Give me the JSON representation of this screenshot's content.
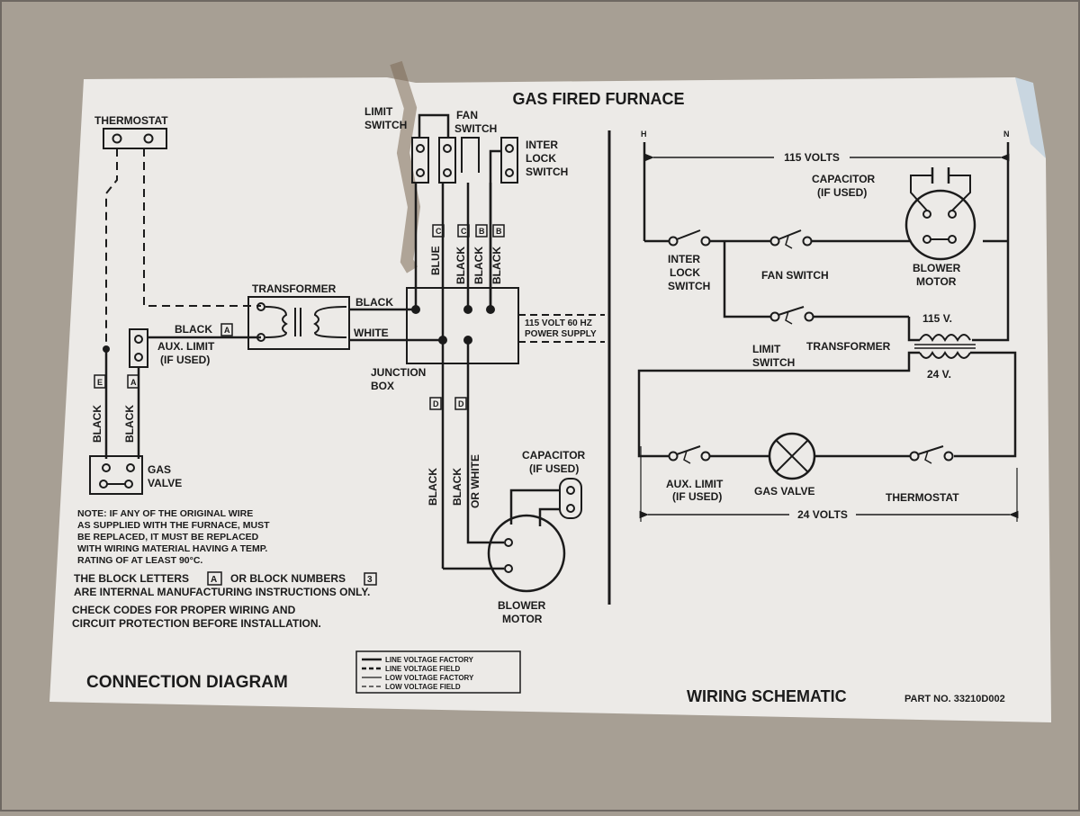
{
  "title": "GAS FIRED FURNACE",
  "connection": {
    "thermostat": "THERMOSTAT",
    "limit_l1": "LIMIT",
    "limit_l2": "SWITCH",
    "fan_l1": "FAN",
    "fan_l2": "SWITCH",
    "interlock_l1": "INTER",
    "interlock_l2": "LOCK",
    "interlock_l3": "SWITCH",
    "transformer": "TRANSFORMER",
    "black": "BLACK",
    "white": "WHITE",
    "blue": "BLUE",
    "or_white": "OR WHITE",
    "block_a": "A",
    "block_b": "B",
    "block_c": "C",
    "block_d": "D",
    "block_e": "E",
    "aux_l1": "AUX. LIMIT",
    "aux_l2": "(IF USED)",
    "junction_l1": "JUNCTION",
    "junction_l2": "BOX",
    "power_l1": "115 VOLT 60 HZ",
    "power_l2": "POWER SUPPLY",
    "gas_l1": "GAS",
    "gas_l2": "VALVE",
    "cap_l1": "CAPACITOR",
    "cap_l2": "(IF USED)",
    "blower_l1": "BLOWER",
    "blower_l2": "MOTOR"
  },
  "notes": {
    "n1": "NOTE: IF ANY OF THE ORIGINAL WIRE",
    "n2": "AS SUPPLIED WITH THE FURNACE, MUST",
    "n3": "BE REPLACED, IT MUST BE REPLACED",
    "n4": "WITH WIRING MATERIAL HAVING A TEMP.",
    "n5": "RATING OF AT LEAST 90°C.",
    "b1": "THE BLOCK LETTERS",
    "b1_box": "A",
    "b1_mid": "OR BLOCK NUMBERS",
    "b1_num": "3",
    "b2": "ARE INTERNAL MANUFACTURING INSTRUCTIONS ONLY.",
    "c1": "CHECK CODES FOR PROPER WIRING AND",
    "c2": "CIRCUIT PROTECTION BEFORE INSTALLATION."
  },
  "legend": [
    "LINE VOLTAGE FACTORY",
    "LINE VOLTAGE FIELD",
    "LOW VOLTAGE FACTORY",
    "LOW VOLTAGE FIELD"
  ],
  "footer": {
    "connection_diagram": "CONNECTION DIAGRAM",
    "wiring_schematic": "WIRING SCHEMATIC",
    "part_no": "PART NO. 33210D002"
  },
  "schematic": {
    "h": "H",
    "n": "N",
    "volts115": "115 VOLTS",
    "cap_l1": "CAPACITOR",
    "cap_l2": "(IF USED)",
    "interlock_l1": "INTER",
    "interlock_l2": "LOCK",
    "interlock_l3": "SWITCH",
    "fan_switch": "FAN SWITCH",
    "blower_l1": "BLOWER",
    "blower_l2": "MOTOR",
    "v115": "115 V.",
    "limit_l1": "LIMIT",
    "limit_l2": "SWITCH",
    "transformer": "TRANSFORMER",
    "v24": "24 V.",
    "aux_l1": "AUX. LIMIT",
    "aux_l2": "(IF USED)",
    "gas_valve": "GAS VALVE",
    "thermostat": "THERMOSTAT",
    "volts24": "24 VOLTS"
  }
}
